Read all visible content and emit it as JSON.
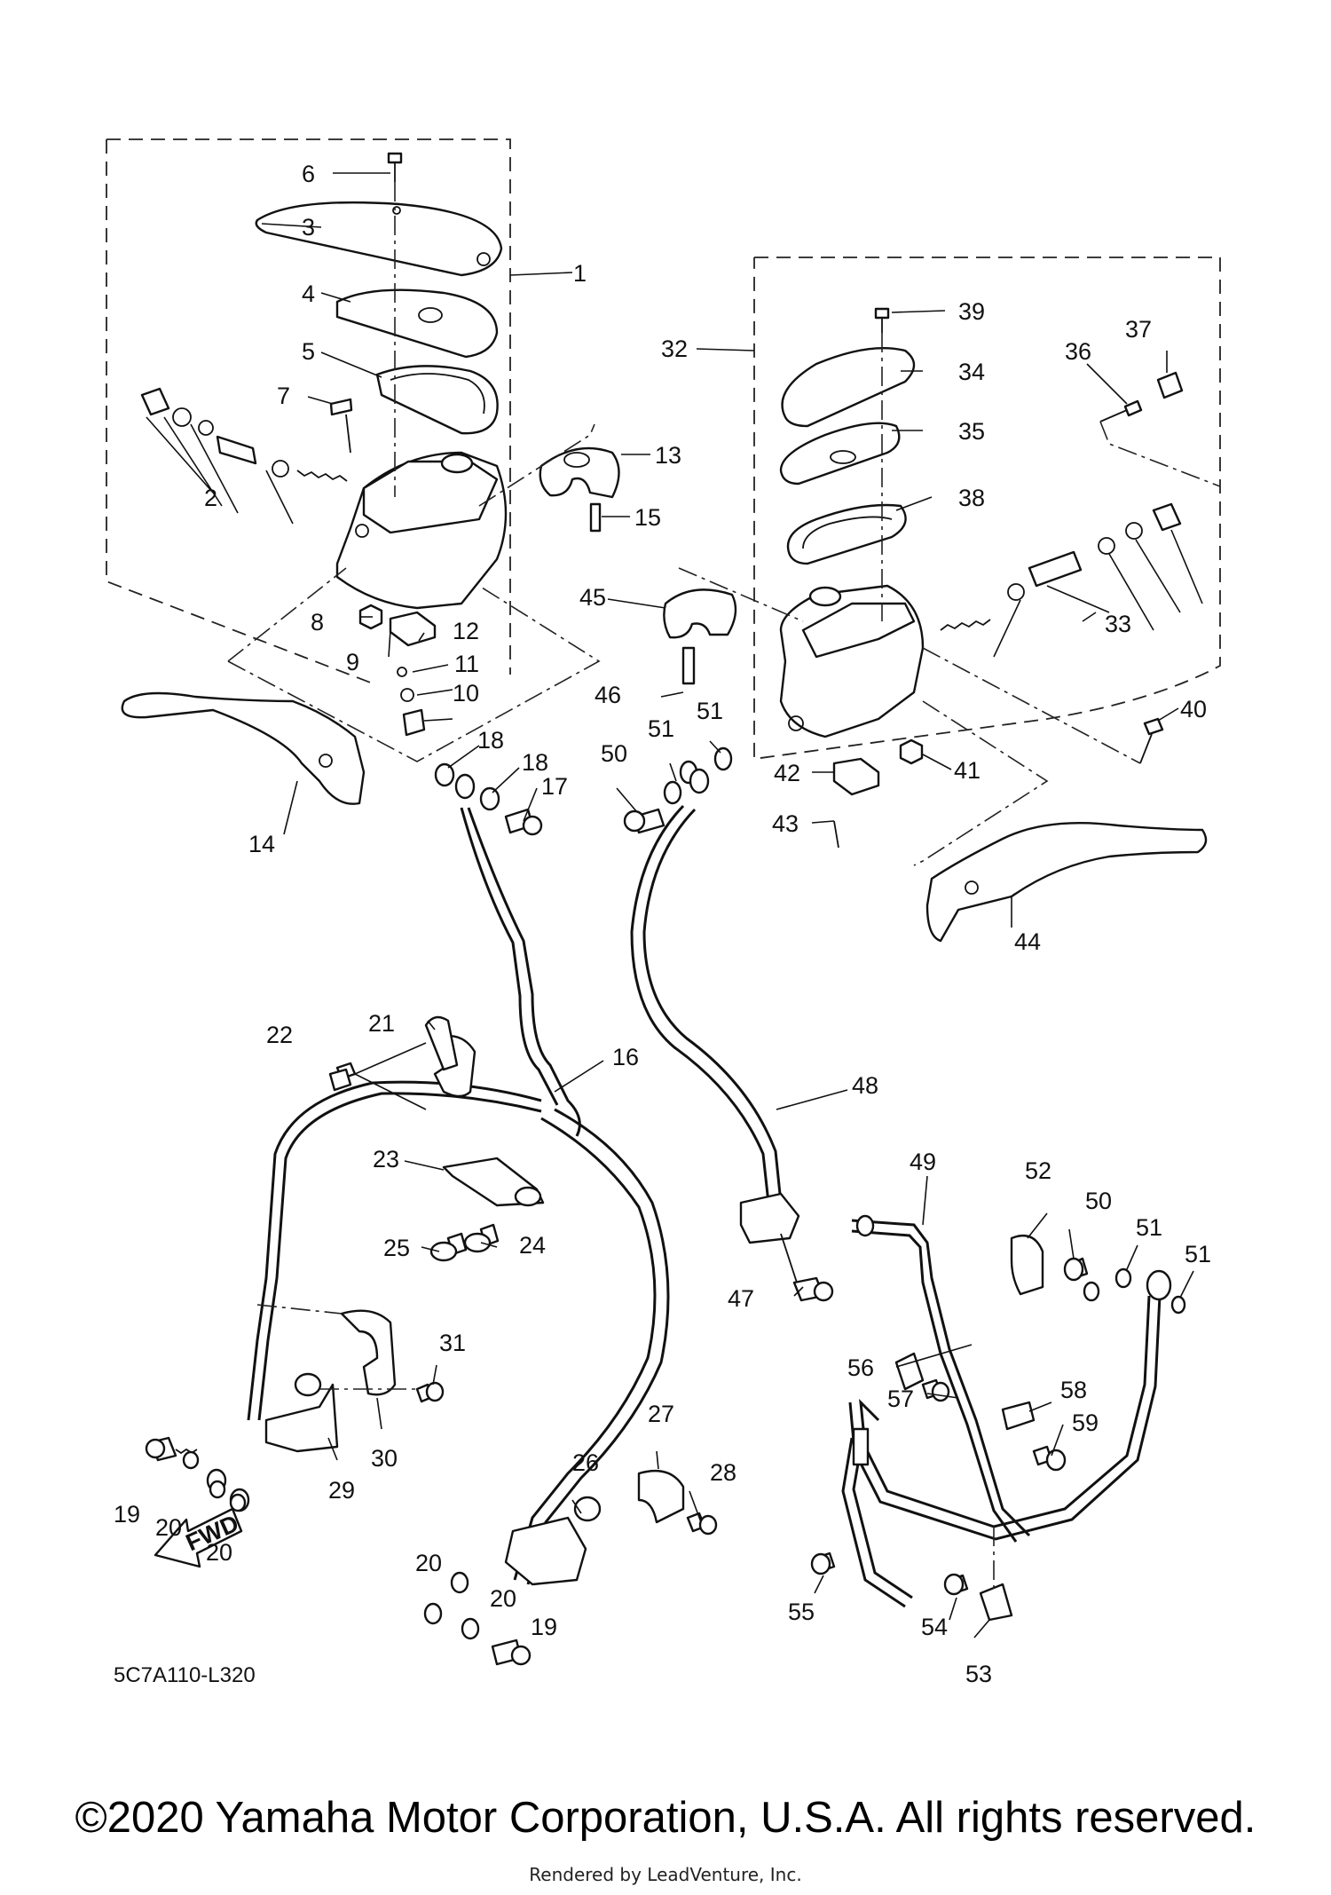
{
  "diagram": {
    "drawing_code": "5C7A110-L320",
    "fwd_label": "FWD",
    "callouts": [
      {
        "id": "c1",
        "text": "1"
      },
      {
        "id": "c2",
        "text": "2"
      },
      {
        "id": "c3",
        "text": "3"
      },
      {
        "id": "c4",
        "text": "4"
      },
      {
        "id": "c5",
        "text": "5"
      },
      {
        "id": "c6",
        "text": "6"
      },
      {
        "id": "c7",
        "text": "7"
      },
      {
        "id": "c8",
        "text": "8"
      },
      {
        "id": "c9",
        "text": "9"
      },
      {
        "id": "c10",
        "text": "10"
      },
      {
        "id": "c11",
        "text": "11"
      },
      {
        "id": "c12",
        "text": "12"
      },
      {
        "id": "c13",
        "text": "13"
      },
      {
        "id": "c14",
        "text": "14"
      },
      {
        "id": "c15",
        "text": "15"
      },
      {
        "id": "c16",
        "text": "16"
      },
      {
        "id": "c17",
        "text": "17"
      },
      {
        "id": "c18a",
        "text": "18"
      },
      {
        "id": "c18b",
        "text": "18"
      },
      {
        "id": "c19a",
        "text": "19"
      },
      {
        "id": "c19b",
        "text": "19"
      },
      {
        "id": "c20a",
        "text": "20"
      },
      {
        "id": "c20b",
        "text": "20"
      },
      {
        "id": "c20c",
        "text": "20"
      },
      {
        "id": "c20d",
        "text": "20"
      },
      {
        "id": "c21",
        "text": "21"
      },
      {
        "id": "c22",
        "text": "22"
      },
      {
        "id": "c23",
        "text": "23"
      },
      {
        "id": "c24",
        "text": "24"
      },
      {
        "id": "c25",
        "text": "25"
      },
      {
        "id": "c26",
        "text": "26"
      },
      {
        "id": "c27",
        "text": "27"
      },
      {
        "id": "c28",
        "text": "28"
      },
      {
        "id": "c29",
        "text": "29"
      },
      {
        "id": "c30",
        "text": "30"
      },
      {
        "id": "c31",
        "text": "31"
      },
      {
        "id": "c32",
        "text": "32"
      },
      {
        "id": "c33",
        "text": "33"
      },
      {
        "id": "c34",
        "text": "34"
      },
      {
        "id": "c35",
        "text": "35"
      },
      {
        "id": "c36",
        "text": "36"
      },
      {
        "id": "c37",
        "text": "37"
      },
      {
        "id": "c38",
        "text": "38"
      },
      {
        "id": "c39",
        "text": "39"
      },
      {
        "id": "c40",
        "text": "40"
      },
      {
        "id": "c41",
        "text": "41"
      },
      {
        "id": "c42",
        "text": "42"
      },
      {
        "id": "c43",
        "text": "43"
      },
      {
        "id": "c44",
        "text": "44"
      },
      {
        "id": "c45",
        "text": "45"
      },
      {
        "id": "c46",
        "text": "46"
      },
      {
        "id": "c47",
        "text": "47"
      },
      {
        "id": "c48",
        "text": "48"
      },
      {
        "id": "c49",
        "text": "49"
      },
      {
        "id": "c50a",
        "text": "50"
      },
      {
        "id": "c50b",
        "text": "50"
      },
      {
        "id": "c51a",
        "text": "51"
      },
      {
        "id": "c51b",
        "text": "51"
      },
      {
        "id": "c51c",
        "text": "51"
      },
      {
        "id": "c51d",
        "text": "51"
      },
      {
        "id": "c52",
        "text": "52"
      },
      {
        "id": "c53",
        "text": "53"
      },
      {
        "id": "c54",
        "text": "54"
      },
      {
        "id": "c55",
        "text": "55"
      },
      {
        "id": "c56",
        "text": "56"
      },
      {
        "id": "c57",
        "text": "57"
      },
      {
        "id": "c58",
        "text": "58"
      },
      {
        "id": "c59",
        "text": "59"
      }
    ]
  },
  "footer": {
    "copyright": "©2020 Yamaha Motor Corporation, U.S.A. All rights reserved.",
    "rendered_by": "Rendered by LeadVenture, Inc."
  }
}
